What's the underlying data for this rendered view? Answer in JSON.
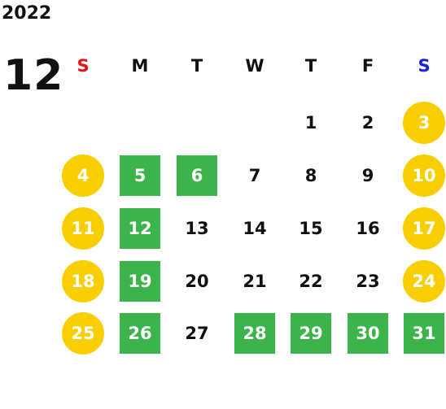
{
  "calendar": {
    "year": "2022",
    "month": "12",
    "weekdays": [
      "S",
      "M",
      "T",
      "W",
      "T",
      "F",
      "S"
    ],
    "weekday_colors": [
      "#e8141a",
      "#111111",
      "#111111",
      "#111111",
      "#111111",
      "#111111",
      "#1c22d6"
    ],
    "colors": {
      "holiday_circle": "#f8ce00",
      "highlight_square": "#3cb44b",
      "text": "#111111"
    },
    "days": [
      {
        "day": "1",
        "col": 4,
        "row": 0,
        "style": "plain"
      },
      {
        "day": "2",
        "col": 5,
        "row": 0,
        "style": "plain"
      },
      {
        "day": "3",
        "col": 6,
        "row": 0,
        "style": "holiday"
      },
      {
        "day": "4",
        "col": 0,
        "row": 1,
        "style": "holiday"
      },
      {
        "day": "5",
        "col": 1,
        "row": 1,
        "style": "green"
      },
      {
        "day": "6",
        "col": 2,
        "row": 1,
        "style": "green"
      },
      {
        "day": "7",
        "col": 3,
        "row": 1,
        "style": "plain"
      },
      {
        "day": "8",
        "col": 4,
        "row": 1,
        "style": "plain"
      },
      {
        "day": "9",
        "col": 5,
        "row": 1,
        "style": "plain"
      },
      {
        "day": "10",
        "col": 6,
        "row": 1,
        "style": "holiday"
      },
      {
        "day": "11",
        "col": 0,
        "row": 2,
        "style": "holiday"
      },
      {
        "day": "12",
        "col": 1,
        "row": 2,
        "style": "green"
      },
      {
        "day": "13",
        "col": 2,
        "row": 2,
        "style": "plain"
      },
      {
        "day": "14",
        "col": 3,
        "row": 2,
        "style": "plain"
      },
      {
        "day": "15",
        "col": 4,
        "row": 2,
        "style": "plain"
      },
      {
        "day": "16",
        "col": 5,
        "row": 2,
        "style": "plain"
      },
      {
        "day": "17",
        "col": 6,
        "row": 2,
        "style": "holiday"
      },
      {
        "day": "18",
        "col": 0,
        "row": 3,
        "style": "holiday"
      },
      {
        "day": "19",
        "col": 1,
        "row": 3,
        "style": "green"
      },
      {
        "day": "20",
        "col": 2,
        "row": 3,
        "style": "plain"
      },
      {
        "day": "21",
        "col": 3,
        "row": 3,
        "style": "plain"
      },
      {
        "day": "22",
        "col": 4,
        "row": 3,
        "style": "plain"
      },
      {
        "day": "23",
        "col": 5,
        "row": 3,
        "style": "plain"
      },
      {
        "day": "24",
        "col": 6,
        "row": 3,
        "style": "holiday"
      },
      {
        "day": "25",
        "col": 0,
        "row": 4,
        "style": "holiday"
      },
      {
        "day": "26",
        "col": 1,
        "row": 4,
        "style": "green"
      },
      {
        "day": "27",
        "col": 2,
        "row": 4,
        "style": "plain"
      },
      {
        "day": "28",
        "col": 3,
        "row": 4,
        "style": "green"
      },
      {
        "day": "29",
        "col": 4,
        "row": 4,
        "style": "green"
      },
      {
        "day": "30",
        "col": 5,
        "row": 4,
        "style": "green"
      },
      {
        "day": "31",
        "col": 6,
        "row": 4,
        "style": "green"
      }
    ]
  }
}
